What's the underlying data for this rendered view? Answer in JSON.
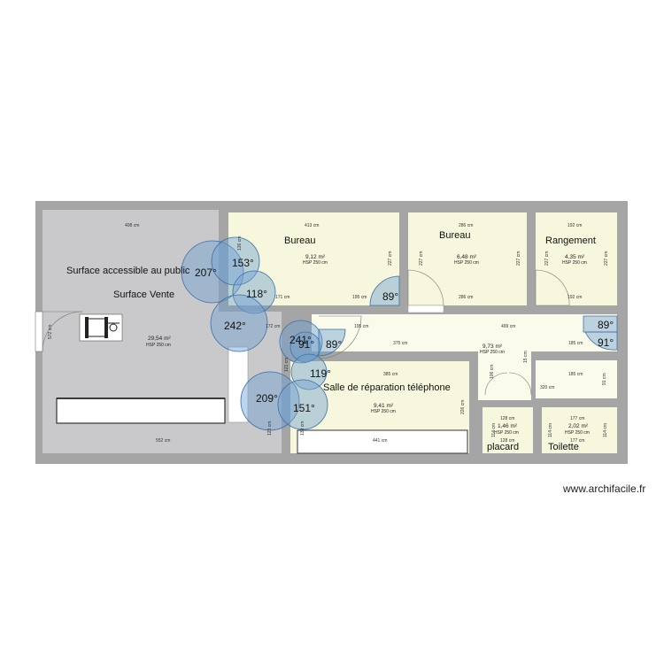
{
  "colors": {
    "wall": "#a5a5a5",
    "sales_floor": "#c9c9cb",
    "room_fill": "#f7f7dd",
    "corridor_fill": "#fbfbeb",
    "angle_fill": "#6f9fd0"
  },
  "icons": [
    "wheelchair-icon"
  ],
  "rooms": {
    "sales": {
      "label1": "Surface accessible au public",
      "label2": "Surface Vente",
      "area": "29,54 m²",
      "hsp": "HSP 250 cm"
    },
    "bureau1": {
      "label": "Bureau",
      "area": "9,12 m²",
      "hsp": "HSP 250 cm"
    },
    "bureau2": {
      "label": "Bureau",
      "area": "6,48 m²",
      "hsp": "HSP 250 cm"
    },
    "rangement": {
      "label": "Rangement",
      "area": "4,35 m²",
      "hsp": "HSP 250 cm"
    },
    "corridor": {
      "area": "9,73 m²",
      "hsp": "HSP 250 cm"
    },
    "repair": {
      "label": "Salle de réparation téléphone",
      "area": "9,41 m²",
      "hsp": "HSP 250 cm"
    },
    "placard": {
      "label": "placard",
      "area": "1,46 m²",
      "hsp": "HSP 250 cm"
    },
    "toilette": {
      "label": "Toilette",
      "area": "2,02 m²",
      "hsp": "HSP 250 cm"
    }
  },
  "angles": {
    "a207": "207°",
    "a153": "153°",
    "a118": "118°",
    "a242": "242°",
    "a89a": "89°",
    "a241": "241°",
    "a91a": "91°",
    "a89b": "89°",
    "a119": "119°",
    "a209": "209°",
    "a151": "151°",
    "a89c": "89°",
    "a91b": "91°"
  },
  "dims": {
    "d408": "408 cm",
    "d413": "413 cm",
    "d286t": "286 cm",
    "d192t": "192 cm",
    "d136": "136 cm",
    "d171": "171 cm",
    "d195": "195 cm",
    "d227a": "227 cm",
    "d227b": "227 cm",
    "d227c": "227 cm",
    "d286b": "286 cm",
    "d227d": "227 cm",
    "d227e": "227 cm",
    "d192b": "192 cm",
    "d572": "572 cm",
    "d172": "172 cm",
    "d195b": "195 cm",
    "d499": "499 cm",
    "d375": "375 cm",
    "d185a": "185 cm",
    "d15": "15 cm",
    "d185b": "185 cm",
    "d385": "385 cm",
    "d320": "320 cm",
    "d91": "91 cm",
    "d106": "106 cm",
    "d226": "226 cm",
    "d128t": "128 cm",
    "d177t": "177 cm",
    "d128b": "128 cm",
    "d177b": "177 cm",
    "d114a": "114 cm",
    "d114b": "114 cm",
    "d114c": "114 cm",
    "d441": "441 cm",
    "d552": "552 cm",
    "d123": "123 cm",
    "d130": "130 cm",
    "d121": "121 cm"
  },
  "watermark": "www.archifacile.fr"
}
